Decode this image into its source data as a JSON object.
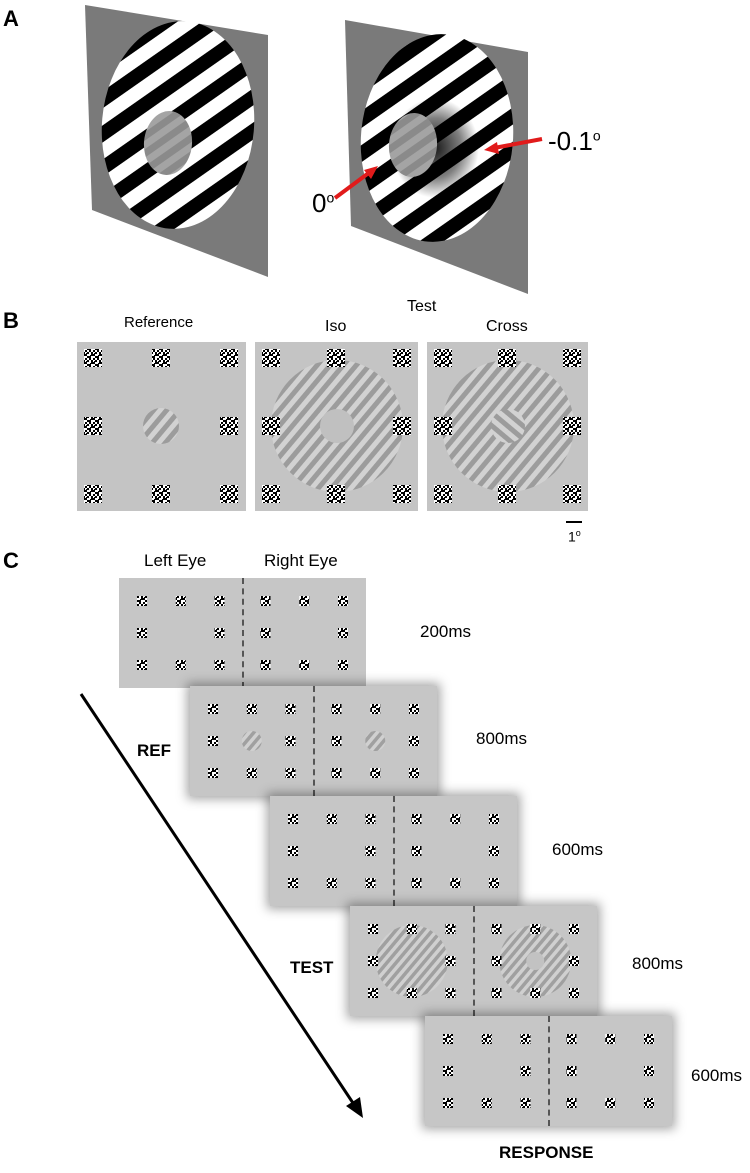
{
  "panel_labels": {
    "a": "A",
    "b": "B",
    "c": "C"
  },
  "panel_a": {
    "label_zero": "0",
    "label_minus": "-0.1",
    "degree_symbol": "o",
    "arrow_color": "#e11b1b"
  },
  "panel_b": {
    "reference": "Reference",
    "test": "Test",
    "iso": "Iso",
    "cross": "Cross",
    "scale_label": "1",
    "degree_symbol": "o"
  },
  "panel_c": {
    "left_eye": "Left Eye",
    "right_eye": "Right Eye",
    "frames": [
      {
        "duration": "200ms",
        "label": ""
      },
      {
        "duration": "800ms",
        "label": "REF"
      },
      {
        "duration": "600ms",
        "label": ""
      },
      {
        "duration": "800ms",
        "label": "TEST"
      },
      {
        "duration": "600ms",
        "label": ""
      }
    ],
    "response": "RESPONSE"
  }
}
